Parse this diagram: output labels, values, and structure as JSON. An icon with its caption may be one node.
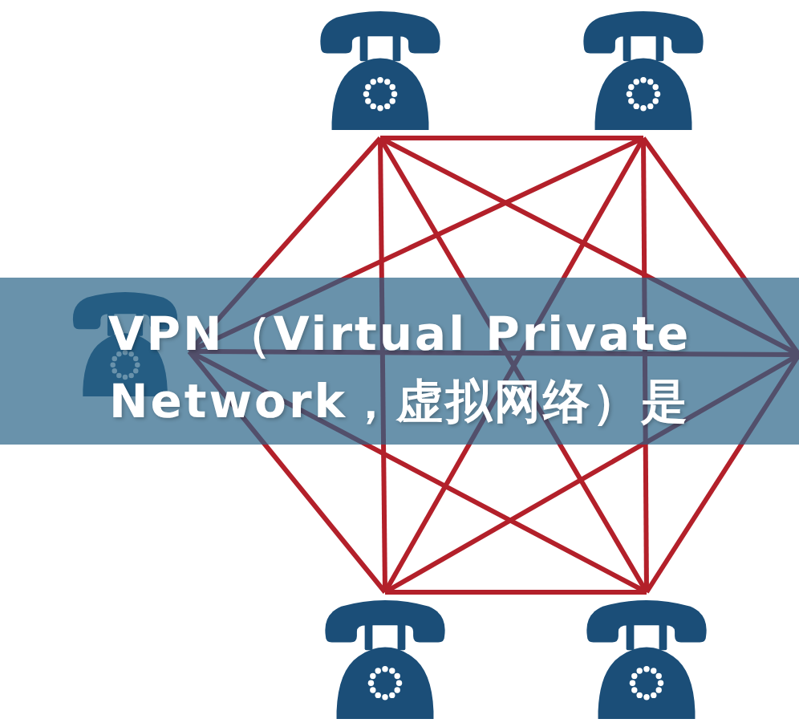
{
  "diagram": {
    "title": "VPN（Virtual Private Network，虚拟网络）是",
    "nodes": [
      {
        "text": [],
        "shape": "picture"
      },
      {
        "text": [],
        "shape": "picture"
      },
      {
        "text": [],
        "shape": "picture"
      },
      {
        "text": [],
        "shape": "picture"
      },
      {
        "text": [],
        "shape": "picture"
      }
    ],
    "edges": [
      {
        "from": 0,
        "to": 1,
        "arrow": "none"
      },
      {
        "from": 0,
        "to": 2,
        "arrow": "none"
      },
      {
        "from": 0,
        "to": 3,
        "arrow": "none"
      },
      {
        "from": 0,
        "to": 4,
        "arrow": "none"
      },
      {
        "from": 0,
        "to": null,
        "arrow": "none"
      },
      {
        "from": 1,
        "to": 2,
        "arrow": "none"
      },
      {
        "from": 1,
        "to": 3,
        "arrow": "none"
      },
      {
        "from": 1,
        "to": 4,
        "arrow": "none"
      },
      {
        "from": 1,
        "to": null,
        "arrow": "none"
      },
      {
        "from": 2,
        "to": 3,
        "arrow": "none"
      },
      {
        "from": 2,
        "to": 4,
        "arrow": "none"
      },
      {
        "from": 2,
        "to": null,
        "arrow": "none"
      },
      {
        "from": 3,
        "to": 4,
        "arrow": "none"
      },
      {
        "from": 3,
        "to": null,
        "arrow": "none"
      },
      {
        "from": 4,
        "to": null,
        "arrow": "none"
      }
    ]
  }
}
